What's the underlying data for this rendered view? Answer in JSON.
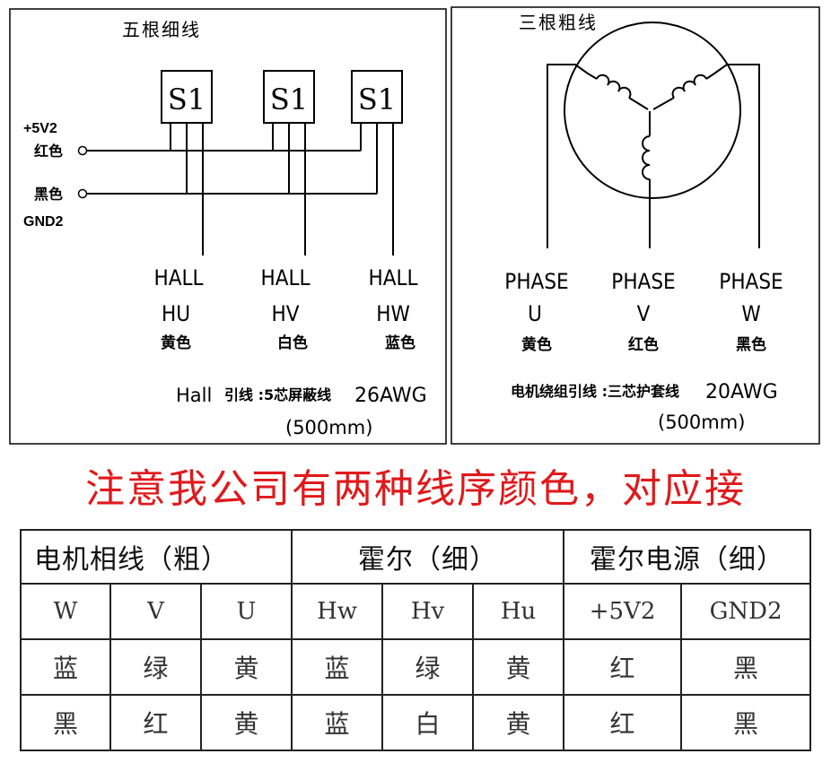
{
  "hall_panel": {
    "title": "五根细线",
    "sensor_label": "S1",
    "power_plus": "+5V2",
    "power_plus_color": "红色",
    "gnd_color": "黑色",
    "gnd": "GND2",
    "outputs": [
      {
        "name": "HALL",
        "code": "HU",
        "color": "黄色"
      },
      {
        "name": "HALL",
        "code": "HV",
        "color": "白色"
      },
      {
        "name": "HALL",
        "code": "HW",
        "color": "蓝色"
      }
    ],
    "cable_prefix": "Hall",
    "cable_middle": "引线 :5芯屏蔽线",
    "cable_gauge": "26AWG",
    "cable_length": "(500mm)"
  },
  "phase_panel": {
    "title": "三根粗线",
    "outputs": [
      {
        "name": "PHASE",
        "code": "U",
        "color": "黄色"
      },
      {
        "name": "PHASE",
        "code": "V",
        "color": "红色"
      },
      {
        "name": "PHASE",
        "code": "W",
        "color": "黑色"
      }
    ],
    "cable_desc": "电机绕组引线 :三芯护套线",
    "cable_gauge": "20AWG",
    "cable_length": "(500mm)"
  },
  "warning": {
    "text": "注意我公司有两种线序颜色，对应接",
    "color": "#e0191c"
  },
  "table": {
    "groups": [
      "电机相线（粗）",
      "霍尔（细）",
      "霍尔电源（细）"
    ],
    "labels": [
      "W",
      "V",
      "U",
      "Hw",
      "Hv",
      "Hu",
      "+5V2",
      "GND2"
    ],
    "rows": [
      [
        "蓝",
        "绿",
        "黄",
        "蓝",
        "绿",
        "黄",
        "红",
        "黑"
      ],
      [
        "黑",
        "红",
        "黄",
        "蓝",
        "白",
        "黄",
        "红",
        "黑"
      ]
    ]
  }
}
